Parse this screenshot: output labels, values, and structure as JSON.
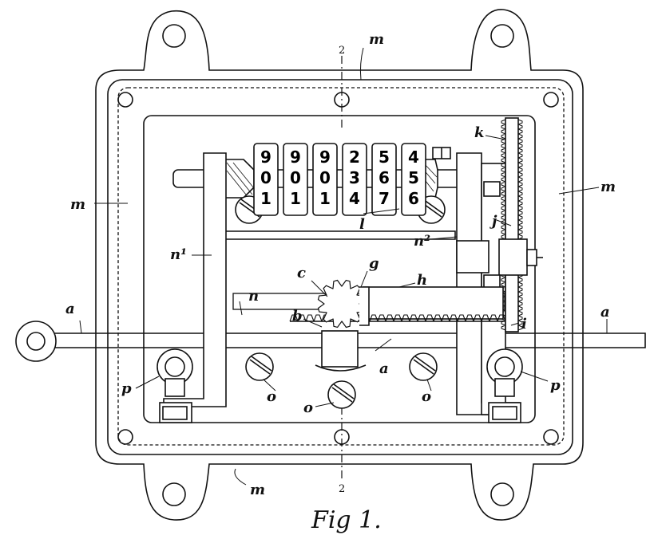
{
  "figure": {
    "caption": "Fig 1.",
    "section_marks": {
      "top": "2",
      "bottom": "2"
    }
  },
  "labels": {
    "m_top": "m",
    "m_left": "m",
    "m_right": "m",
    "m_bottom": "m",
    "k": "k",
    "j": "j",
    "i": "i",
    "l": "l",
    "n1": "n¹",
    "n2": "n²",
    "n": "n",
    "c": "c",
    "g": "g",
    "h": "h",
    "b": "b",
    "a_left": "a",
    "a_right": "a",
    "a_center": "a",
    "p_left": "p",
    "p_right": "p",
    "o_left": "o",
    "o_center": "o",
    "o_right": "o"
  },
  "counter_wheels": [
    {
      "top": "9",
      "mid": "0",
      "bot": "1"
    },
    {
      "top": "9",
      "mid": "0",
      "bot": "1"
    },
    {
      "top": "9",
      "mid": "0",
      "bot": "1"
    },
    {
      "top": "2",
      "mid": "3",
      "bot": "4"
    },
    {
      "top": "5",
      "mid": "6",
      "bot": "7"
    },
    {
      "top": "4",
      "mid": "5",
      "bot": "6"
    }
  ]
}
